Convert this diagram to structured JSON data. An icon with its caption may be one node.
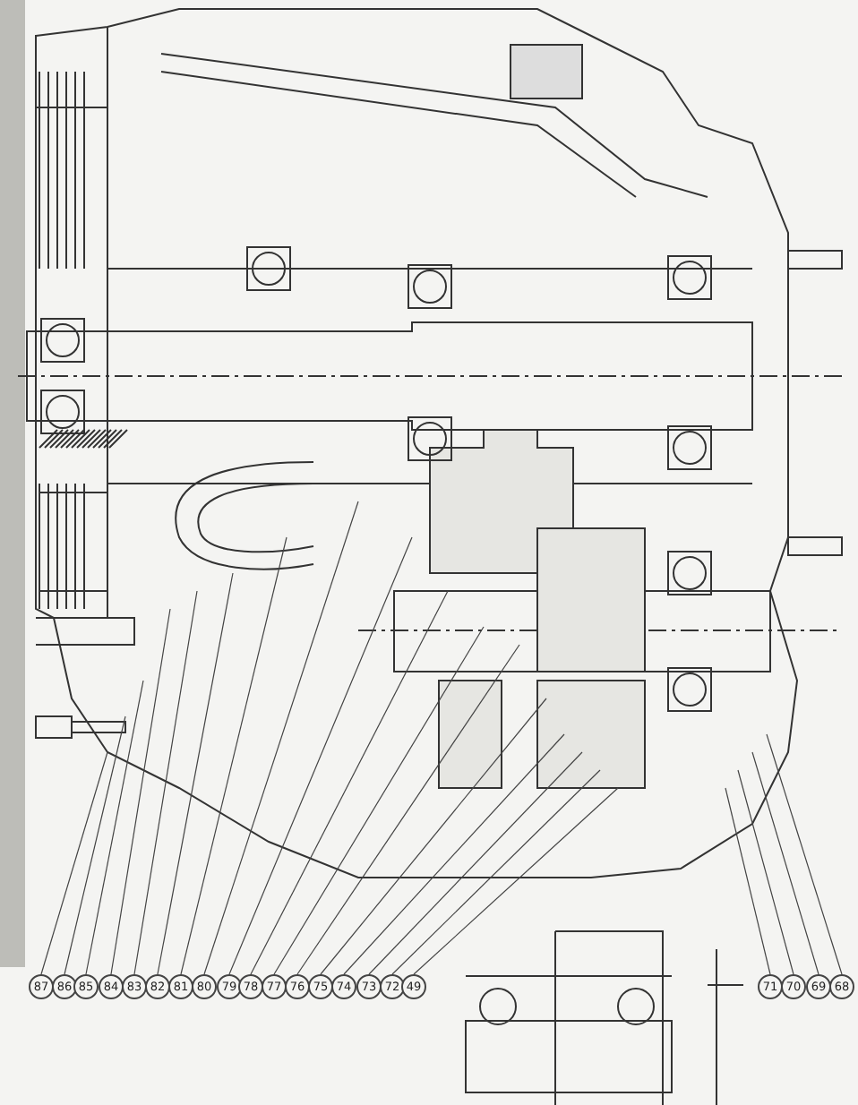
{
  "diagram": {
    "nodes": [
      {
        "text": [
          "87"
        ]
      },
      {
        "text": [
          "86"
        ]
      },
      {
        "text": [
          "85"
        ]
      },
      {
        "text": [
          "84"
        ]
      },
      {
        "text": [
          "83"
        ]
      },
      {
        "text": [
          "82"
        ]
      },
      {
        "text": [
          "81"
        ]
      },
      {
        "text": [
          "80"
        ]
      },
      {
        "text": [
          "79"
        ]
      },
      {
        "text": [
          "78"
        ]
      },
      {
        "text": [
          "77"
        ]
      },
      {
        "text": [
          "76"
        ]
      },
      {
        "text": [
          "75"
        ]
      },
      {
        "text": [
          "74"
        ]
      },
      {
        "text": [
          "73"
        ]
      },
      {
        "text": [
          "72"
        ]
      },
      {
        "text": [
          "49"
        ]
      },
      {
        "text": [
          "71"
        ]
      },
      {
        "text": [
          "70"
        ]
      },
      {
        "text": [
          "69"
        ]
      },
      {
        "text": [
          "68"
        ]
      }
    ],
    "edges": [
      {
        "from": 0,
        "to": null,
        "arrow": "none"
      },
      {
        "from": 1,
        "to": null,
        "arrow": "none"
      },
      {
        "from": 2,
        "to": null,
        "arrow": "none"
      },
      {
        "from": 3,
        "to": null,
        "arrow": "none"
      },
      {
        "from": 4,
        "to": null,
        "arrow": "none"
      },
      {
        "from": 5,
        "to": null,
        "arrow": "none"
      },
      {
        "from": 6,
        "to": null,
        "arrow": "none"
      },
      {
        "from": 7,
        "to": null,
        "arrow": "none"
      },
      {
        "from": 8,
        "to": null,
        "arrow": "none"
      },
      {
        "from": 9,
        "to": null,
        "arrow": "none"
      },
      {
        "from": 10,
        "to": null,
        "arrow": "none"
      },
      {
        "from": 11,
        "to": null,
        "arrow": "none"
      },
      {
        "from": 12,
        "to": null,
        "arrow": "none"
      },
      {
        "from": 13,
        "to": null,
        "arrow": "none"
      },
      {
        "from": 14,
        "to": null,
        "arrow": "none"
      },
      {
        "from": 15,
        "to": null,
        "arrow": "none"
      },
      {
        "from": 16,
        "to": null,
        "arrow": "none"
      },
      {
        "from": 17,
        "to": null,
        "arrow": "none"
      },
      {
        "from": 18,
        "to": null,
        "arrow": "none"
      },
      {
        "from": 19,
        "to": null,
        "arrow": "none"
      },
      {
        "from": 20,
        "to": null,
        "arrow": "none"
      }
    ]
  }
}
